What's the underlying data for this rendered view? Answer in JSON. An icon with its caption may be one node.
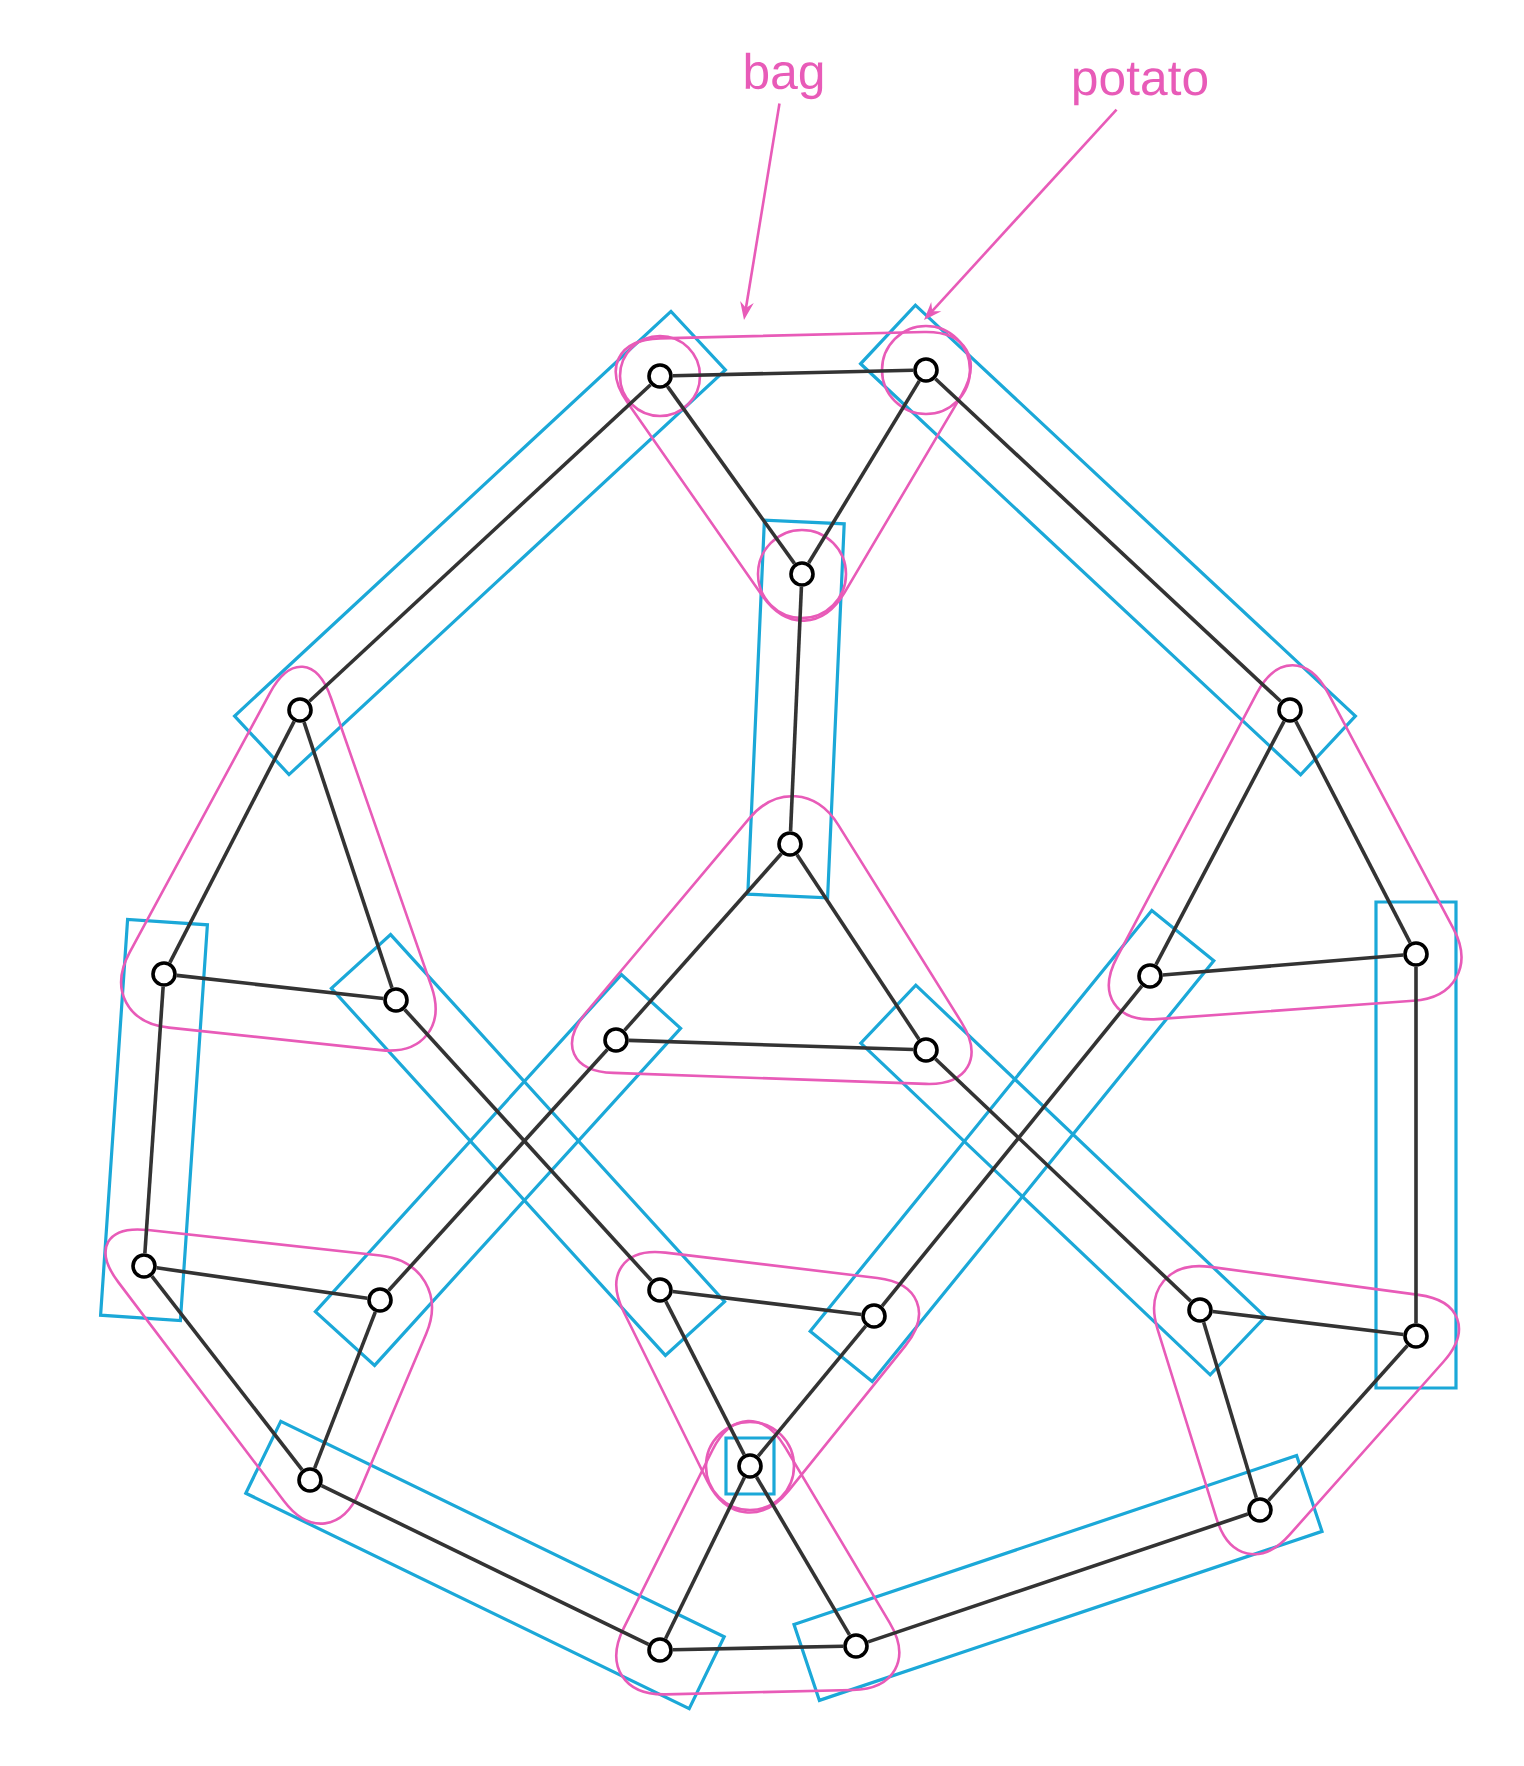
{
  "diagram": {
    "nodes": [
      {
        "text": [],
        "shape": "circle"
      },
      {
        "text": [],
        "shape": "circle"
      },
      {
        "text": [],
        "shape": "circle"
      },
      {
        "text": [],
        "shape": "circle"
      },
      {
        "text": [],
        "shape": "circle"
      },
      {
        "text": [],
        "shape": "circle"
      },
      {
        "text": [],
        "shape": "circle"
      },
      {
        "text": [],
        "shape": "circle"
      },
      {
        "text": [],
        "shape": "circle"
      },
      {
        "text": [],
        "shape": "circle"
      },
      {
        "text": [],
        "shape": "circle"
      },
      {
        "text": [],
        "shape": "circle"
      },
      {
        "text": [],
        "shape": "circle"
      },
      {
        "text": [],
        "shape": "circle"
      },
      {
        "text": [],
        "shape": "circle"
      },
      {
        "text": [],
        "shape": "circle"
      },
      {
        "text": [],
        "shape": "circle"
      },
      {
        "text": [],
        "shape": "circle"
      },
      {
        "text": [],
        "shape": "circle"
      },
      {
        "text": [],
        "shape": "circle"
      },
      {
        "text": [],
        "shape": "circle"
      },
      {
        "text": [],
        "shape": "circle"
      },
      {
        "text": [],
        "shape": "circle"
      },
      {
        "text": [
          "bag"
        ]
      },
      {
        "text": [
          "potato"
        ]
      }
    ],
    "edges": [
      {
        "from": 0,
        "to": 1,
        "arrow": "none"
      },
      {
        "from": 0,
        "to": 2,
        "arrow": "none"
      },
      {
        "from": 1,
        "to": 2,
        "arrow": "none"
      },
      {
        "from": 2,
        "to": 5,
        "arrow": "none"
      },
      {
        "from": 0,
        "to": 3,
        "arrow": "none"
      },
      {
        "from": 1,
        "to": 4,
        "arrow": "none"
      },
      {
        "from": 5,
        "to": 8,
        "arrow": "none"
      },
      {
        "from": 5,
        "to": 9,
        "arrow": "none"
      },
      {
        "from": 8,
        "to": 9,
        "arrow": "none"
      },
      {
        "from": 3,
        "to": 6,
        "arrow": "none"
      },
      {
        "from": 3,
        "to": 7,
        "arrow": "none"
      },
      {
        "from": 6,
        "to": 7,
        "arrow": "none"
      },
      {
        "from": 4,
        "to": 10,
        "arrow": "none"
      },
      {
        "from": 4,
        "to": 11,
        "arrow": "none"
      },
      {
        "from": 10,
        "to": 11,
        "arrow": "none"
      },
      {
        "from": 8,
        "to": 13,
        "arrow": "none"
      },
      {
        "from": 9,
        "to": 16,
        "arrow": "none"
      },
      {
        "from": 7,
        "to": 14,
        "arrow": "none"
      },
      {
        "from": 10,
        "to": 15,
        "arrow": "none"
      },
      {
        "from": 6,
        "to": 12,
        "arrow": "none"
      },
      {
        "from": 11,
        "to": 17,
        "arrow": "none"
      },
      {
        "from": 12,
        "to": 13,
        "arrow": "none"
      },
      {
        "from": 12,
        "to": 19,
        "arrow": "none"
      },
      {
        "from": 13,
        "to": 19,
        "arrow": "none"
      },
      {
        "from": 14,
        "to": 15,
        "arrow": "none"
      },
      {
        "from": 14,
        "to": 18,
        "arrow": "none"
      },
      {
        "from": 15,
        "to": 18,
        "arrow": "none"
      },
      {
        "from": 16,
        "to": 17,
        "arrow": "none"
      },
      {
        "from": 16,
        "to": 20,
        "arrow": "none"
      },
      {
        "from": 17,
        "to": 20,
        "arrow": "none"
      },
      {
        "from": 18,
        "to": 21,
        "arrow": "none"
      },
      {
        "from": 18,
        "to": 22,
        "arrow": "none"
      },
      {
        "from": 21,
        "to": 22,
        "arrow": "none"
      },
      {
        "from": 19,
        "to": 21,
        "arrow": "none"
      },
      {
        "from": 20,
        "to": 22,
        "arrow": "none"
      },
      {
        "from": 23,
        "to": null,
        "arrow": "to",
        "color": "#e85bb8"
      },
      {
        "from": 24,
        "to": null,
        "arrow": "to",
        "color": "#e85bb8"
      }
    ]
  }
}
